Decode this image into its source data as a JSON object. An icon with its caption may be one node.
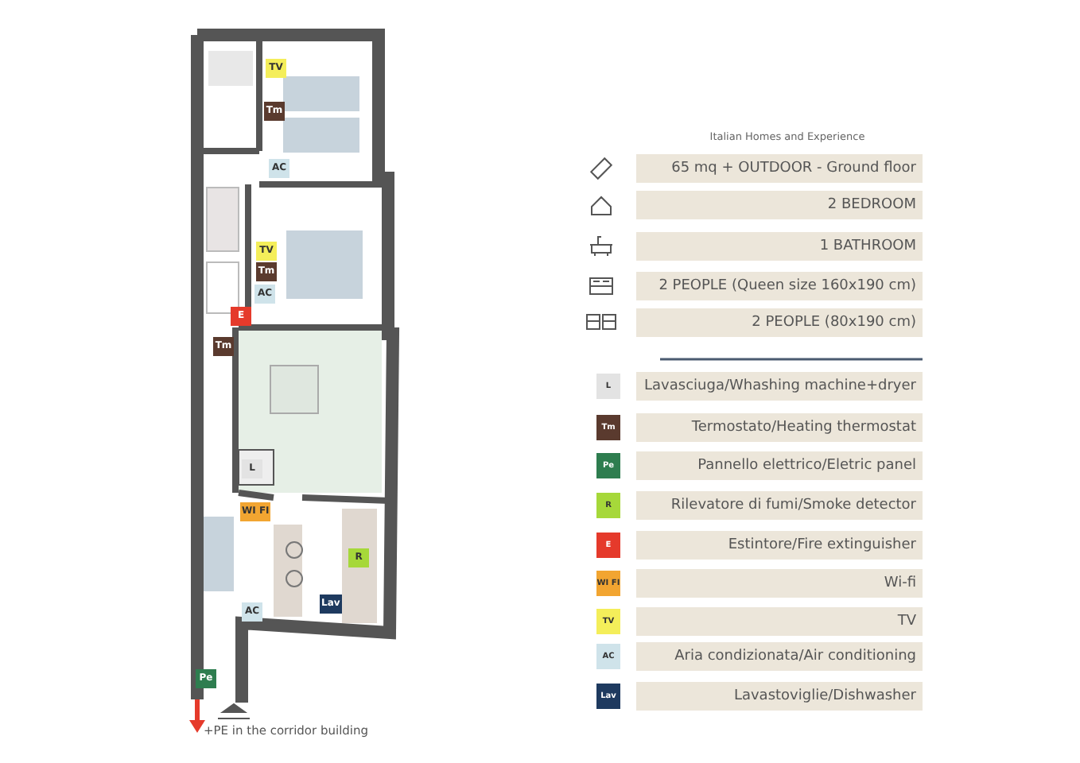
{
  "diagram": {
    "labels": [
      "TV",
      "Tm",
      "AC",
      "TV",
      "Tm",
      "AC",
      "E",
      "Tm",
      "L",
      "WI FI",
      "R",
      "Lav",
      "AC",
      "Pe",
      "+PE in the corridor building",
      "Italian Homes and Experience",
      "65 mq + OUTDOOR - Ground floor",
      "2 BEDROOM",
      "1 BATHROOM",
      "2 PEOPLE (Queen size 160x190 cm)",
      "2 PEOPLE (80x190 cm)",
      "L",
      "Tm",
      "Pe",
      "R",
      "E",
      "WI FI",
      "TV",
      "AC",
      "Lav"
    ],
    "legend": [
      {
        "text": "Lavasciuga/Whashing machine+dryer",
        "color": "#e3e3e3"
      },
      {
        "text": "Termostato/Heating thermostat",
        "color": "#5a3a2e"
      },
      {
        "text": "Pannello elettrico/Eletric panel",
        "color": "#2e7d4f"
      },
      {
        "text": "Rilevatore di fumi/Smoke detector",
        "color": "#a6d83a"
      },
      {
        "text": "Estintore/Fire extinguisher",
        "color": "#e53a2b"
      },
      {
        "text": "Wi-fi",
        "color": "#f2a531"
      },
      {
        "text": "TV",
        "color": "#f4ee5a"
      },
      {
        "text": "Aria condizionata/Air conditioning",
        "color": "#cfe3ea"
      },
      {
        "text": "Lavastoviglie/Dishwasher",
        "color": "#1e3a5f"
      }
    ]
  }
}
